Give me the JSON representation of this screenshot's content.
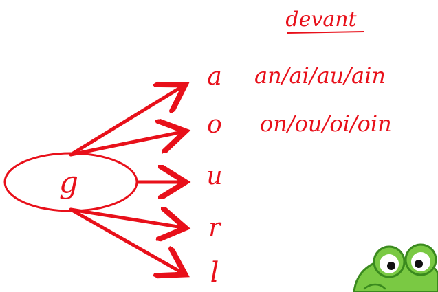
{
  "header": {
    "label": "devant"
  },
  "center": {
    "letter": "g"
  },
  "branches": [
    {
      "letter": "a",
      "combinations": "an/ai/au/ain"
    },
    {
      "letter": "o",
      "combinations": "on/ou/oi/oin"
    },
    {
      "letter": "u",
      "combinations": ""
    },
    {
      "letter": "r",
      "combinations": ""
    },
    {
      "letter": "l",
      "combinations": ""
    }
  ],
  "colors": {
    "ink": "#e8101a",
    "frog_green": "#7ac943",
    "frog_dark_green": "#3a8a1e",
    "frog_eye": "#ffffff",
    "frog_pupil": "#111111"
  },
  "icons": {
    "mascot": "frog-mascot-icon"
  }
}
